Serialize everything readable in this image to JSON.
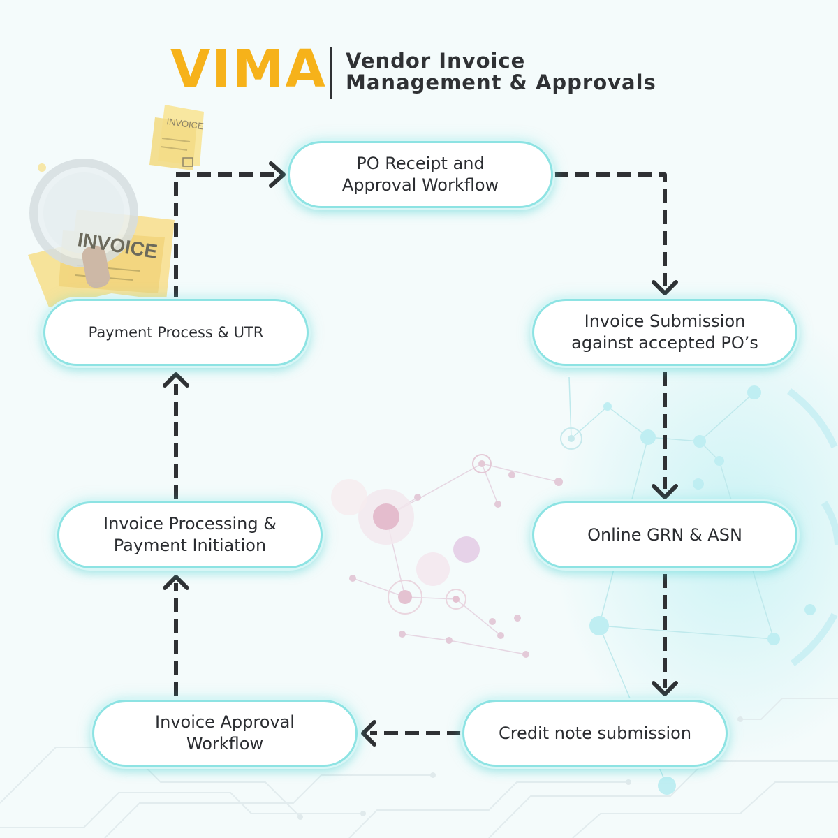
{
  "header": {
    "brand": "VIMA",
    "tagline_line1": "Vendor Invoice",
    "tagline_line2": "Management & Approvals"
  },
  "illustration": {
    "invoice_stamp_large": "INVOICE",
    "invoice_stamp_small": "INVOICE"
  },
  "colors": {
    "brand": "#f6b21a",
    "text": "#2b2d31",
    "node_border": "#8de3e3",
    "arrow": "#2f3134",
    "background": "#f4fbfb"
  },
  "workflow": {
    "po_receipt": {
      "line1": "PO Receipt and",
      "line2": "Approval Workflow"
    },
    "invoice_submission": {
      "line1": "Invoice Submission",
      "line2": "against accepted PO’s"
    },
    "online_grn": {
      "line1": "Online GRN & ASN"
    },
    "credit_note": {
      "line1": "Credit note submission"
    },
    "invoice_approval": {
      "line1": "Invoice Approval",
      "line2": "Workflow"
    },
    "invoice_processing": {
      "line1": "Invoice Processing &",
      "line2": "Payment Initiation"
    },
    "payment_process": {
      "line1": "Payment Process & UTR"
    }
  }
}
